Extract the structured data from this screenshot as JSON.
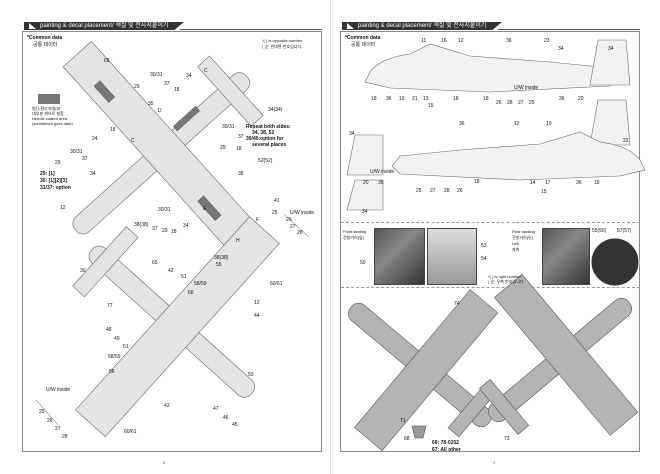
{
  "header": {
    "title": "painting & decal placement/ 색칠 및 전사지붙이기"
  },
  "left": {
    "common_title": "*Common data",
    "common_sub": "공통 데이터",
    "note1": "*(  ) is opposite number.",
    "note2": "(  )는 반대편 번호입니다.",
    "swatch_lines": [
      "원단/환부지대(보",
      "대부분 색으로 칠함",
      "Needle coated area",
      "(sometimes goes dark)"
    ],
    "repeat": [
      "Repeat both sides:",
      "34, 38, 52",
      "39/40:option for",
      "several places"
    ],
    "options": [
      "29: [1]",
      "30: [1][2][3]",
      "31/37: option"
    ],
    "callouts": [
      "68",
      "30/31",
      "29",
      "37",
      "34",
      "C",
      "18",
      "35",
      "D",
      "34(34)",
      "30/31",
      "37",
      "29",
      "18",
      "18",
      "24",
      "C",
      "30/31",
      "29",
      "37",
      "34",
      "52(52)",
      "38",
      "12",
      "41",
      "38(38)",
      "30/31",
      "37",
      "29",
      "18",
      "34",
      "25",
      "U/W inside",
      "26",
      "27",
      "28",
      "E",
      "F",
      "H",
      "38(38)",
      "55",
      "60/61",
      "12",
      "44",
      "30",
      "65",
      "42",
      "51",
      "58/59",
      "66",
      "77",
      "48",
      "49",
      "51",
      "58/59",
      "56",
      "53",
      "43",
      "47",
      "46",
      "45",
      "U/W inside",
      "25",
      "26",
      "27",
      "28",
      "60/61"
    ],
    "page_number": "8"
  },
  "right": {
    "common_title": "*Common data",
    "common_sub": "공통 데이터",
    "callouts": [
      "11",
      "16",
      "12",
      "36",
      "23",
      "34",
      "34",
      "18",
      "36",
      "19",
      "21",
      "13",
      "18",
      "15",
      "18",
      "U/W inside",
      "26",
      "28",
      "27",
      "25",
      "36",
      "20",
      "34",
      "36",
      "12",
      "10",
      "22",
      "20",
      "36",
      "U/W inside",
      "25",
      "27",
      "28",
      "26",
      "18",
      "14",
      "17",
      "36",
      "18",
      "15",
      "34",
      "74",
      "71",
      "73",
      "68"
    ],
    "front_landing": [
      "Front landing",
      "전방기어(앞)"
    ],
    "rear_landing": [
      "Rear landing",
      "전방기어(뒤)",
      "Left",
      "좌측"
    ],
    "photo_callouts": [
      "53",
      "54",
      "50",
      "55(56)",
      "57(57)"
    ],
    "right_note": [
      "*(  ) is right number.",
      "(  )는 우측 번호입니다."
    ],
    "serial": [
      "69: 78-0152",
      "67: All other"
    ],
    "page_number": "9"
  },
  "colors": {
    "panel": "#777777",
    "aircraft": "#c8c8c8",
    "line": "#555555"
  }
}
